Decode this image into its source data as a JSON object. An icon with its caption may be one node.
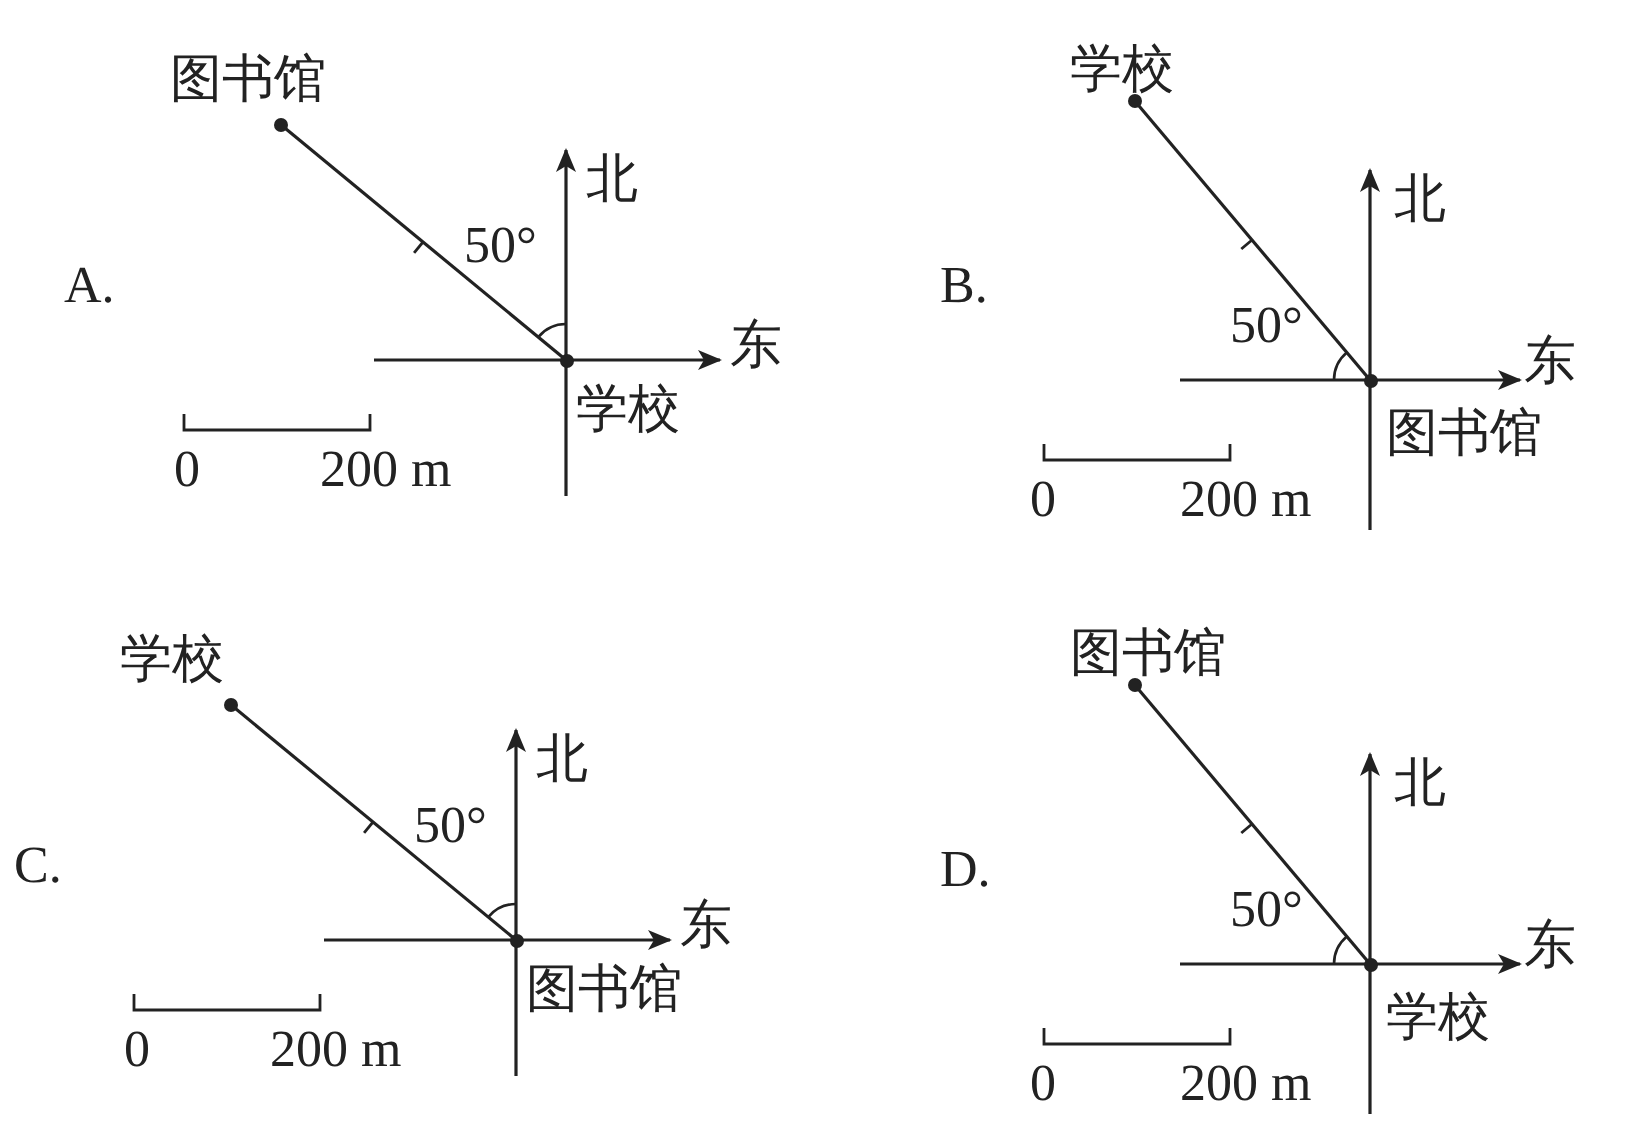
{
  "diagram": {
    "nodes": [
      {
        "text": [
          "图书馆"
        ]
      },
      {
        "text": [
          "学校"
        ]
      },
      {
        "text": [
          "学校"
        ]
      },
      {
        "text": [
          "图书馆"
        ]
      },
      {
        "text": [
          "学校"
        ]
      },
      {
        "text": [
          "图书馆"
        ]
      },
      {
        "text": [
          "图书馆"
        ]
      },
      {
        "text": [
          "学校"
        ]
      }
    ],
    "edges": [
      {
        "from": 0,
        "to": 1,
        "arrow": "none"
      },
      {
        "from": 2,
        "to": 3,
        "arrow": "none"
      },
      {
        "from": 4,
        "to": 5,
        "arrow": "none"
      },
      {
        "from": 6,
        "to": 7,
        "arrow": "none"
      }
    ],
    "labels": [
      "A.",
      "北",
      "50°",
      "东",
      "0",
      "200 m",
      "B.",
      "北",
      "50°",
      "东",
      "0",
      "200 m",
      "C.",
      "北",
      "50°",
      "东",
      "0",
      "200 m",
      "D.",
      "北",
      "50°",
      "东",
      "0",
      "200 m"
    ]
  }
}
